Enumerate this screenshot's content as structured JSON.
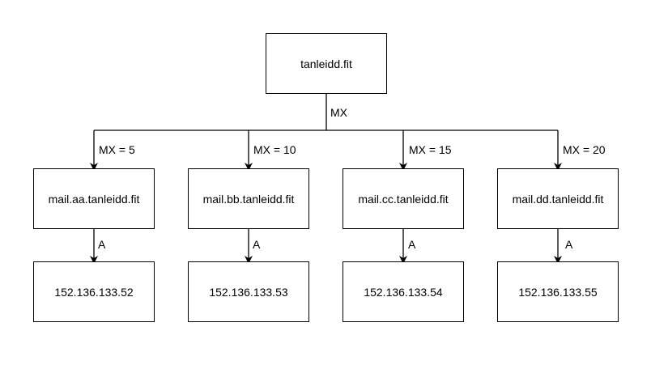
{
  "root": {
    "label": "tanleidd.fit"
  },
  "root_edge_label": "MX",
  "branches": [
    {
      "mx_label": "MX = 5",
      "host": "mail.aa.tanleidd.fit",
      "a_label": "A",
      "ip": "152.136.133.52"
    },
    {
      "mx_label": "MX = 10",
      "host": "mail.bb.tanleidd.fit",
      "a_label": "A",
      "ip": "152.136.133.53"
    },
    {
      "mx_label": "MX = 15",
      "host": "mail.cc.tanleidd.fit",
      "a_label": "A",
      "ip": "152.136.133.54"
    },
    {
      "mx_label": "MX = 20",
      "host": "mail.dd.tanleidd.fit",
      "a_label": "A",
      "ip": "152.136.133.55"
    }
  ]
}
